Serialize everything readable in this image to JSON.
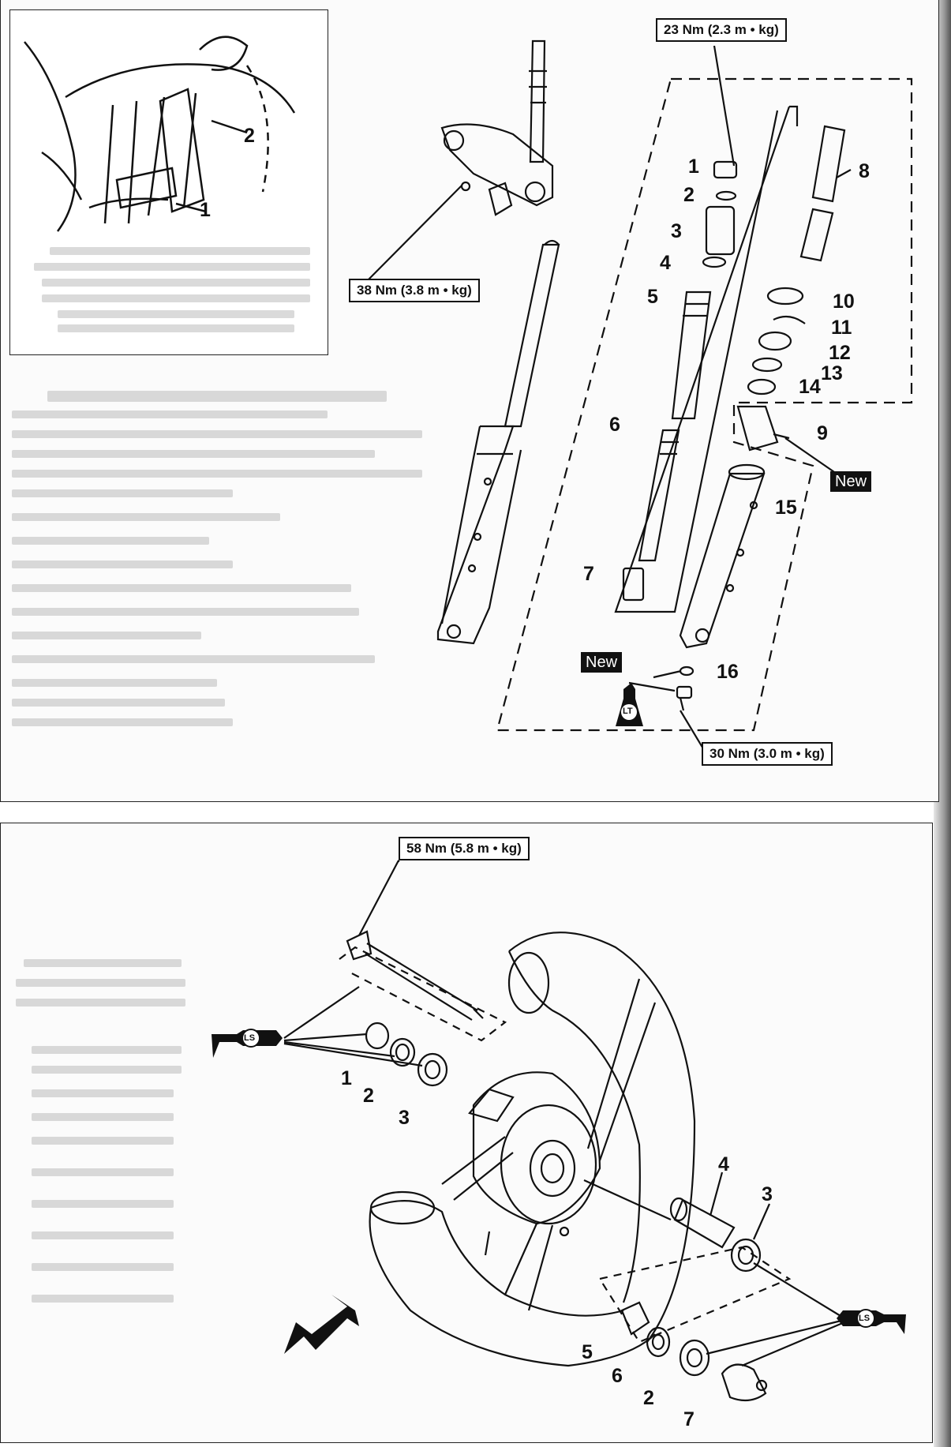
{
  "top_section": {
    "inset_labels": [
      "1",
      "2"
    ],
    "torque_specs": {
      "cap_bolt": "23 Nm (2.3 m • kg)",
      "pinch_bolt": "38 Nm (3.8 m • kg)",
      "bottom_bolt": "30 Nm (3.0 m • kg)"
    },
    "part_labels": [
      "1",
      "2",
      "3",
      "4",
      "5",
      "6",
      "7",
      "8",
      "9",
      "10",
      "11",
      "12",
      "13",
      "14",
      "15",
      "16"
    ],
    "new_tag_seal": "New",
    "new_tag_washer": "New",
    "lt_label": "LT"
  },
  "bottom_section": {
    "torque_spec_axle": "58 Nm (5.8 m • kg)",
    "part_labels_left": [
      "1",
      "2",
      "3"
    ],
    "part_labels_right": [
      "4",
      "3"
    ],
    "part_labels_bottom": [
      "5",
      "6",
      "2",
      "7"
    ],
    "ls_label": "LS"
  }
}
